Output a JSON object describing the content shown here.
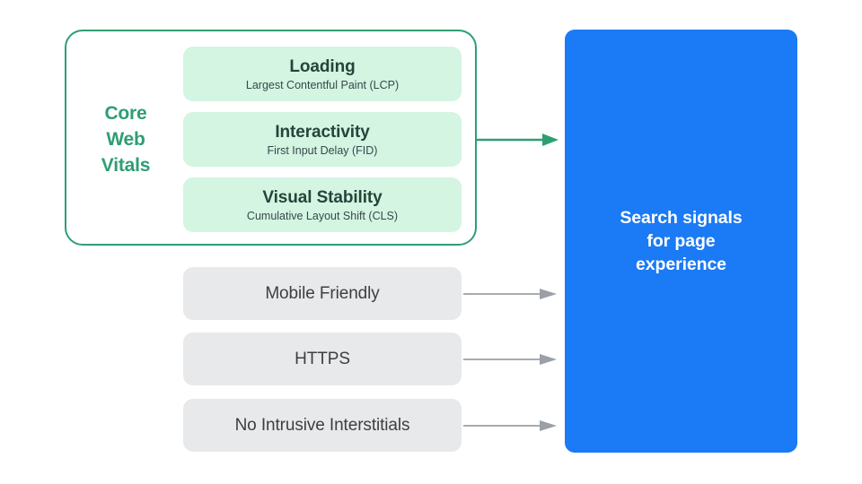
{
  "diagram": {
    "core_web_vitals": {
      "label_lines": [
        "Core",
        "Web",
        "Vitals"
      ],
      "accent_color": "#2e9e72",
      "card_color": "#d3f5e2",
      "cards": [
        {
          "title": "Loading",
          "subtitle": "Largest Contentful Paint (LCP)"
        },
        {
          "title": "Interactivity",
          "subtitle": "First Input Delay (FID)"
        },
        {
          "title": "Visual Stability",
          "subtitle": "Cumulative Layout Shift (CLS)"
        }
      ]
    },
    "other_signals": {
      "box_color": "#e8e9eb",
      "text_color": "#3c4043",
      "items": [
        {
          "label": "Mobile Friendly"
        },
        {
          "label": "HTTPS"
        },
        {
          "label": "No Intrusive Interstitials"
        }
      ]
    },
    "destination": {
      "color": "#1b7af5",
      "text_color": "#ffffff",
      "lines": [
        "Search signals",
        "for page",
        "experience"
      ]
    },
    "arrows": {
      "vitals_arrow_color": "#2e9e72",
      "signal_arrow_color": "#9aa0a6"
    }
  }
}
